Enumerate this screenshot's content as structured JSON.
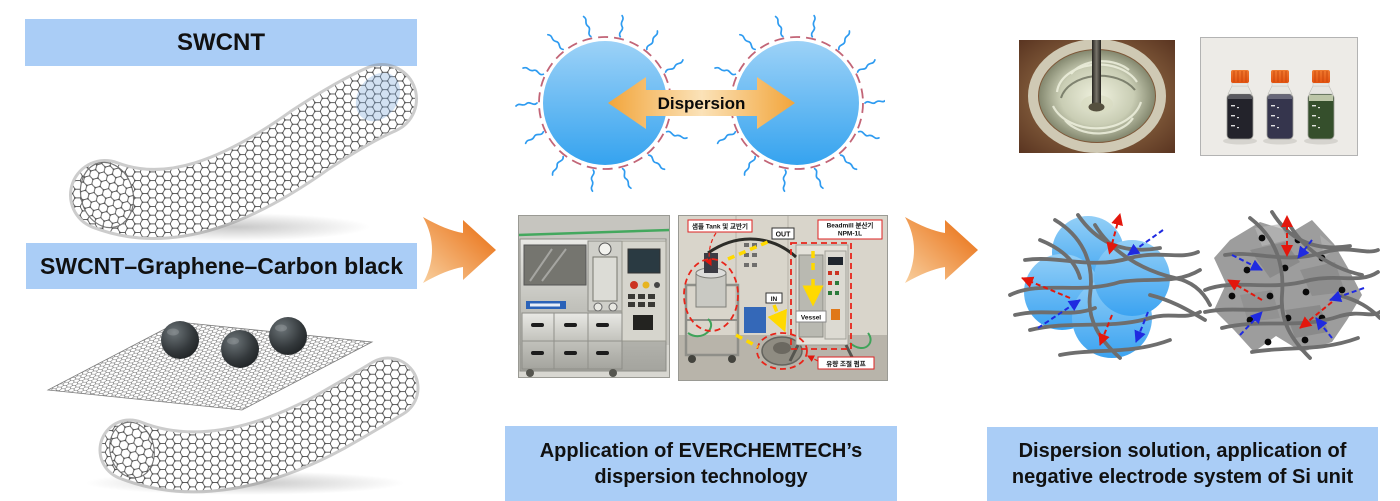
{
  "left": {
    "banner_swcnt": "SWCNT",
    "banner_composite": "SWCNT–Graphene–Carbon black"
  },
  "center": {
    "dispersion_arrow_label": "Dispersion",
    "equipment_photo_labels": {
      "sample_tank": "샘플 Tank 및 교반기",
      "out": "OUT",
      "beadmill_line1": "Beadmill 분산기",
      "beadmill_line2": "NPM-1L",
      "in": "IN",
      "vessel": "Vessel",
      "flow_pump": "유량 조절 펌프"
    },
    "caption": {
      "line1": "Application of EVERCHEMTECH’s",
      "line2": "dispersion technology"
    }
  },
  "right": {
    "caption": {
      "line1": "Dispersion solution, application of",
      "line2": "negative electrode system of Si unit"
    }
  },
  "colors": {
    "banner_bg": "#aacdf6",
    "caption_text": "#111111",
    "flow_arrow_dark": "#e8690a",
    "flow_arrow_light": "#f8cf9e",
    "particle_blue_top": "#9dd2f7",
    "particle_blue_bottom": "#35a3ef",
    "surfactant_squiggle": "#2e9bf0",
    "particle_ring": "#c26577",
    "dispersion_arrow_edge": "#f2a53b",
    "dispersion_arrow_mid": "#fbe2b8",
    "strand_gray": "#6e6e6e",
    "arrow_red": "#e3170d",
    "arrow_blue": "#1f2ae0"
  }
}
